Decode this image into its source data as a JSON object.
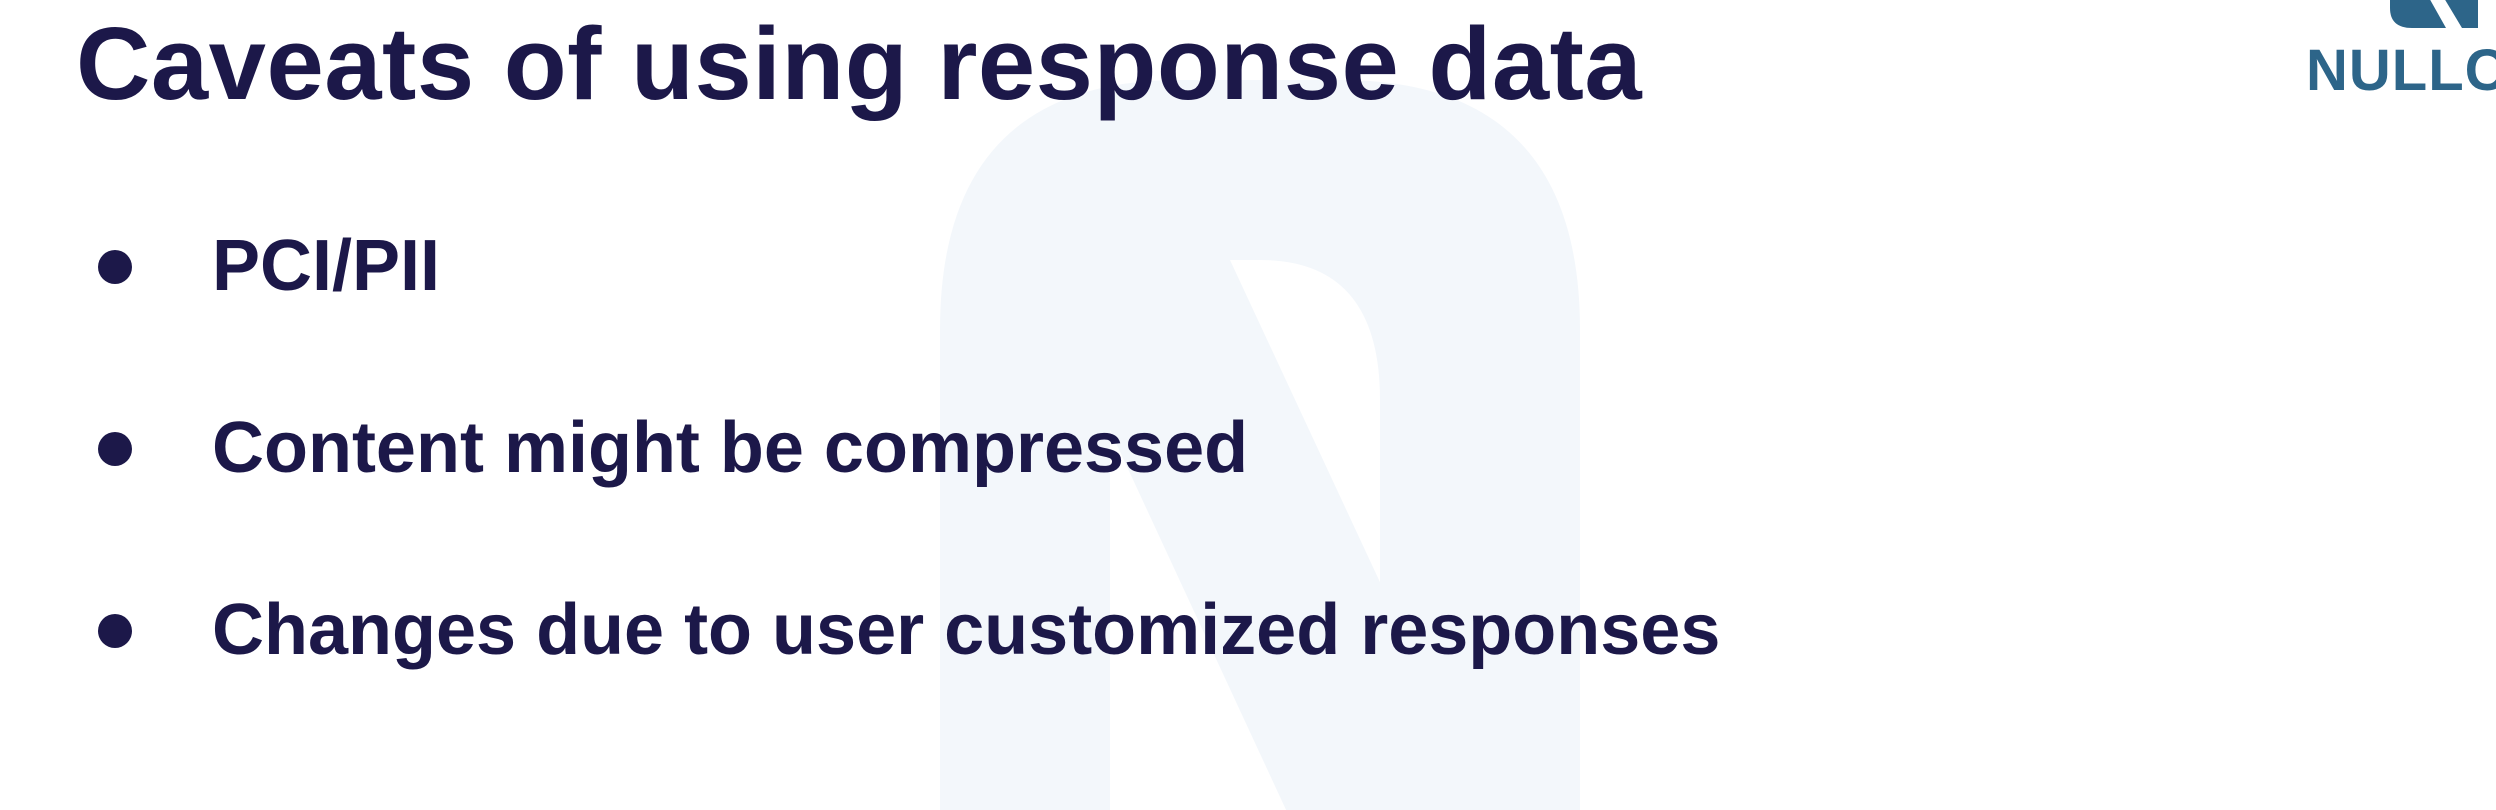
{
  "slide": {
    "title": "Caveats of using response data",
    "logo": {
      "text": "NULLC",
      "icon": "nullcon-logo-icon"
    },
    "watermark_icon": "n-logo-watermark-icon",
    "bullets": [
      "PCI/PII",
      "Content might be compressed",
      "Changes due to user customized responses"
    ]
  },
  "colors": {
    "title_text": "#1c1849",
    "logo_text": "#2d6589",
    "watermark": "#f3f7fb",
    "background": "#ffffff"
  }
}
